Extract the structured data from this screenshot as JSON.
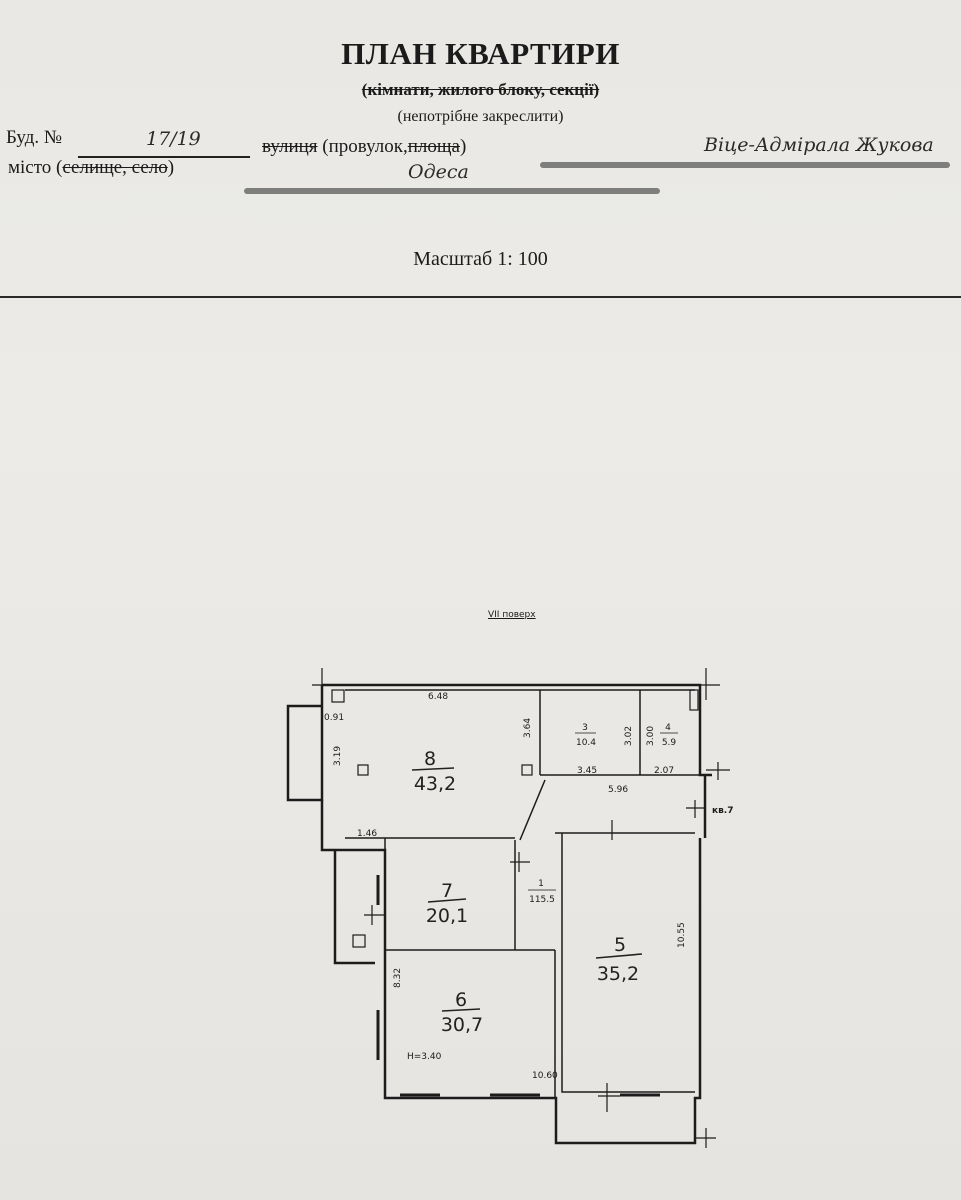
{
  "header": {
    "title": "ПЛАН КВАРТИРИ",
    "subtitle_struck": "(кімнати, жилого блоку, секції)",
    "hint": "(непотрібне закреслити)",
    "building_label": "Буд. №",
    "building_value": "17/19",
    "street_label_struck": "вулиця",
    "street_label_mid": " (провулок,",
    "street_label_struck2": "площа",
    "street_label_end": ")",
    "street_value": "Віце-Адмірала Жукова",
    "city_label_start": "місто (",
    "city_label_struck": "селище, село",
    "city_label_end": ")",
    "city_value": "Одеса",
    "scale": "Масштаб 1: 100"
  },
  "plan": {
    "floor_caption": "VII поверх",
    "apartment_label": "кв.7",
    "height_label": "H=3.40",
    "rooms": [
      {
        "number": "8",
        "area": "43,2"
      },
      {
        "number": "3",
        "area": "10.4"
      },
      {
        "number": "4",
        "area": "5.9"
      },
      {
        "number": "7",
        "area": "20,1"
      },
      {
        "number": "6",
        "area": "30,7"
      },
      {
        "number": "5",
        "area": "35,2"
      },
      {
        "number": "1",
        "area": "115.5"
      }
    ],
    "dimensions": {
      "d_648": "6.48",
      "d_091": "0.91",
      "d_319": "3.19",
      "d_364": "3.64",
      "d_302": "3.02",
      "d_300": "3.00",
      "d_345": "3.45",
      "d_207": "2.07",
      "d_596": "5.96",
      "d_146": "1.46",
      "d_1055": "10.55",
      "d_832": "8.32",
      "d_1060": "10.60"
    }
  }
}
